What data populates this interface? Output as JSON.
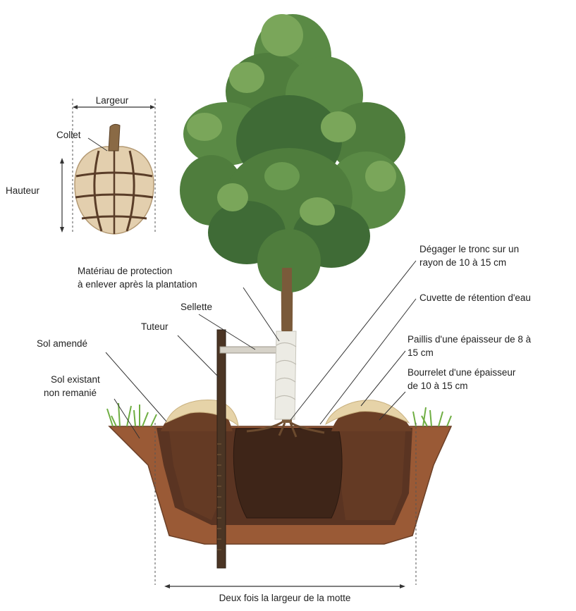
{
  "labels": {
    "largeur": "Largeur",
    "collet": "Collet",
    "hauteur": "Hauteur",
    "materiau_line1": "Matériau de protection",
    "materiau_line2": "à enlever après la plantation",
    "sellette": "Sellette",
    "tuteur": "Tuteur",
    "sol_amende": "Sol amendé",
    "sol_existant_line1": "Sol existant",
    "sol_existant_line2": "non remanié",
    "degager_line1": "Dégager le tronc sur un",
    "degager_line2": "rayon de 10 à 15 cm",
    "cuvette": "Cuvette de rétention d'eau",
    "paillis_line1": "Paillis d'une épaisseur de 8 à",
    "paillis_line2": "15 cm",
    "bourrelet_line1": "Bourrelet d'une épaisseur",
    "bourrelet_line2": "de 10 à 15 cm",
    "deux_fois": "Deux fois la largeur de la motte"
  },
  "colors": {
    "foliage_dark": "#3f6b36",
    "foliage_mid": "#5a8a45",
    "foliage_light": "#7aa65a",
    "trunk": "#7a5a3a",
    "soil_dark": "#4a2e1e",
    "soil_mid": "#6b3f26",
    "soil_light": "#9a5a36",
    "mulch": "#e6d3a8",
    "burlap": "#e3cfae",
    "stake": "#4b3524",
    "wrap": "#ecebe4",
    "grass": "#6fae43",
    "leader_line": "#333333"
  }
}
